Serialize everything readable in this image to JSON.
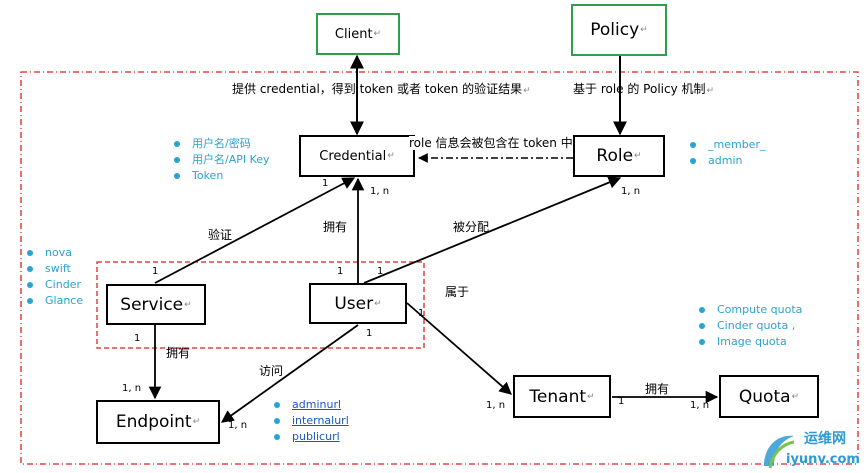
{
  "nodes": {
    "client": "Client",
    "policy": "Policy",
    "credential": "Credential",
    "role": "Role",
    "service": "Service",
    "user": "User",
    "endpoint": "Endpoint",
    "tenant": "Tenant",
    "quota": "Quota"
  },
  "edge_labels": {
    "client_credential": "提供 credential，得到 token 或者 token 的验证结果",
    "policy_role": "基于  role  的 Policy 机制",
    "role_credential": "role 信息会被包含在 token 中",
    "service_credential": "验证",
    "user_credential": "拥有",
    "user_role": "被分配",
    "user_tenant": "属于",
    "service_endpoint": "拥有",
    "user_endpoint": "访问",
    "tenant_quota": "拥有"
  },
  "multiplicity": {
    "one": "1",
    "many": "1, n"
  },
  "credential_types": [
    "用户名/密码",
    "用户名/API Key",
    "Token"
  ],
  "roles": [
    "_member_",
    "admin"
  ],
  "services": [
    "nova",
    "swift",
    "Cinder",
    "Glance"
  ],
  "quotas": [
    "Compute quota",
    "Cinder quota ,",
    "Image quota"
  ],
  "endpoint_urls": [
    "adminurl",
    "internalurl",
    "publicurl"
  ],
  "watermark": {
    "cn": "运维网",
    "en": "iyunv.com"
  },
  "colors": {
    "bullet": "#2aa3d0",
    "frame_red": "#e0201b",
    "client_border": "#2e9e4f"
  }
}
